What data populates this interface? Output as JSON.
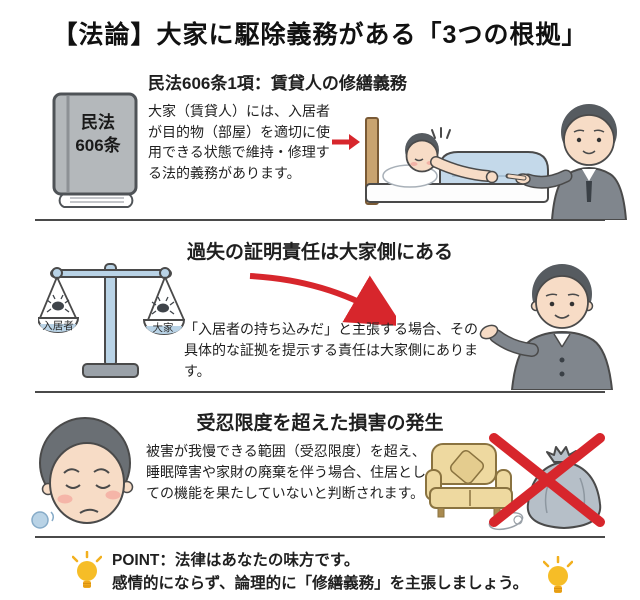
{
  "title": "【法論】大家に駆除義務がある「3つの根拠」",
  "sections": [
    {
      "heading": "民法606条1項：賃貸人の修繕義務",
      "body": "大家（賃貸人）には、入居者が目的物（部屋）を適切に使用できる状態で維持・修理する法的義務があります。",
      "book_title_top": "民法",
      "book_title_bottom": "606条"
    },
    {
      "heading": "過失の証明責任は大家側にある",
      "body": "「入居者の持ち込みだ」と主張する場合、その具体的な証拠を提示する責任は大家側にあります。",
      "scale_left_label": "入居者",
      "scale_right_label": "大家"
    },
    {
      "heading": "受忍限度を超えた損害の発生",
      "body": "被害が我慢できる範囲（受忍限度）を超え、睡眠障害や家財の廃棄を伴う場合、住居としての機能を果たしていないと判断されます。"
    }
  ],
  "point": {
    "line1": "POINT：法律はあなたの味方です。",
    "line2": "感情的にならず、論理的に「修繕義務」を主張しましょう。"
  },
  "icons": {
    "section1_left": "law-book-icon",
    "section1_arrow": "red-arrow-right-icon",
    "section1_scene": "sick-tenant-in-bed-landlord-pointing-illustration",
    "section2_left": "balance-scale-icon",
    "section2_bug": "bug-icon",
    "section2_arrow": "red-curved-arrow-icon",
    "section2_right": "landlord-presenting-illustration",
    "section3_left": "distressed-tenant-face-icon",
    "section3_scene": "discarded-sofa-trash-bag-illustration",
    "section3_cross": "red-cross-icon",
    "point_bulb": "lightbulb-icon"
  },
  "colors": {
    "accent_red": "#d7262c",
    "bulb_yellow": "#f2b01e",
    "divider": "#4a4a4a",
    "text": "#1f1f1f",
    "illustration_blue": "#c4d9ea",
    "suit_gray": "#80868d",
    "sofa_beige": "#eed9a0",
    "bag_gray": "#b6bfc8"
  }
}
